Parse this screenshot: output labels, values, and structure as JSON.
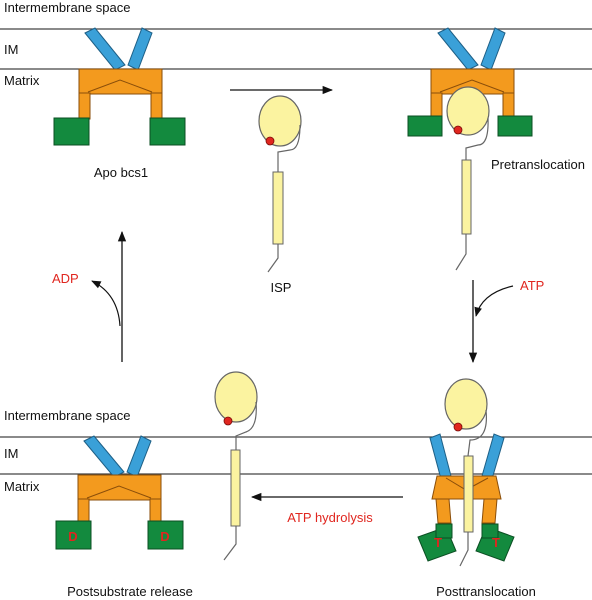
{
  "top_panel": {
    "intermembrane_label": "Intermembrane space",
    "im_label": "IM",
    "matrix_label": "Matrix"
  },
  "bottom_panel": {
    "intermembrane_label": "Intermembrane space",
    "im_label": "IM",
    "matrix_label": "Matrix"
  },
  "states": {
    "apo": "Apo bcs1",
    "pretranslocation": "Pretranslocation",
    "posttranslocation": "Posttranslocation",
    "postsubstrate_release": "Postsubstrate release"
  },
  "substrate_label": "ISP",
  "steps": {
    "atp": "ATP",
    "atp_hydrolysis": "ATP hydrolysis",
    "adp": "ADP"
  },
  "nucleotide_marks": {
    "atp_bound": "T",
    "adp_bound": "D"
  },
  "colors": {
    "membrane_helix": "#3aa0d8",
    "ring": "#f39a1e",
    "domain": "#138a3e",
    "substrate_head": "#fbf3a0",
    "substrate_helix": "#fbf3a0",
    "iron_sulfur": "#e0261f",
    "step_text": "#e0261f"
  }
}
